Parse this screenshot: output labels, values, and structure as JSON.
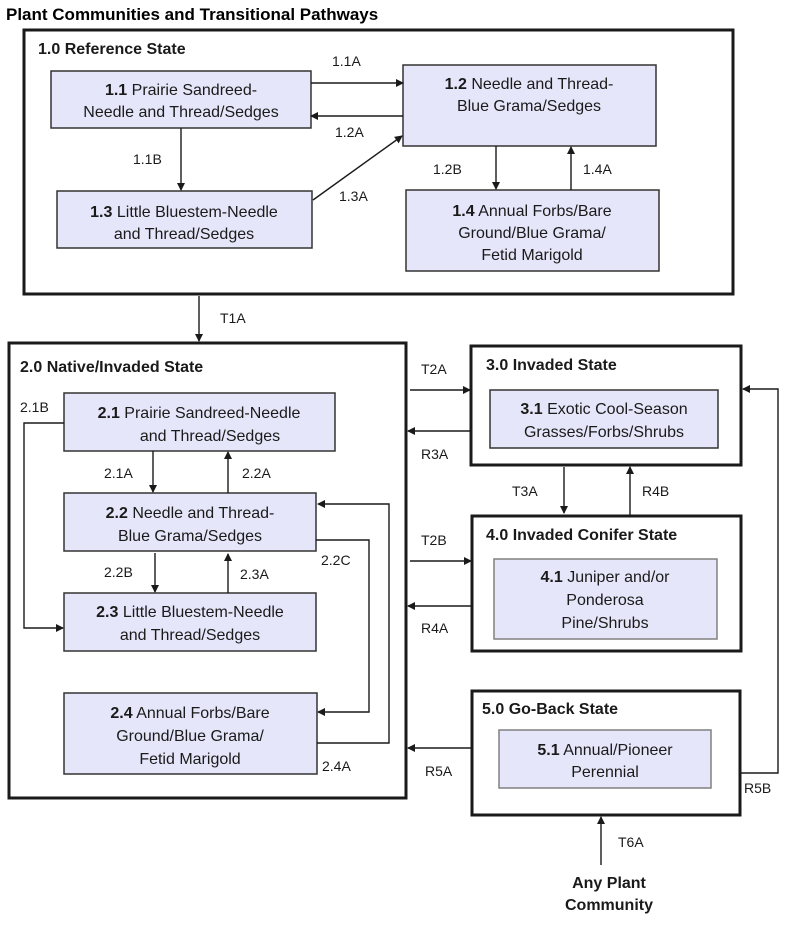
{
  "title": "Plant Communities and Transitional Pathways",
  "colors": {
    "community_fill": "#e6e6fa",
    "state_border": "#1a1a1a",
    "text": "#1a1a1a"
  },
  "states": {
    "s1": {
      "title": "1.0 Reference State",
      "c11": {
        "num": "1.1",
        "lines": [
          "Prairie Sandreed-",
          "Needle and Thread/Sedges"
        ]
      },
      "c12": {
        "num": "1.2",
        "lines": [
          "Needle and Thread-",
          "Blue Grama/Sedges"
        ]
      },
      "c13": {
        "num": "1.3",
        "lines": [
          "Little Bluestem-Needle",
          "and Thread/Sedges"
        ]
      },
      "c14": {
        "num": "1.4",
        "lines": [
          "Annual Forbs/Bare",
          "Ground/Blue Grama/",
          "Fetid Marigold"
        ]
      }
    },
    "s2": {
      "title": "2.0 Native/Invaded State",
      "c21": {
        "num": "2.1",
        "lines": [
          "Prairie Sandreed-Needle",
          "and Thread/Sedges"
        ]
      },
      "c22": {
        "num": "2.2",
        "lines": [
          "Needle and Thread-",
          "Blue Grama/Sedges"
        ]
      },
      "c23": {
        "num": "2.3",
        "lines": [
          "Little Bluestem-Needle",
          "and Thread/Sedges"
        ]
      },
      "c24": {
        "num": "2.4",
        "lines": [
          "Annual Forbs/Bare",
          "Ground/Blue Grama/",
          "Fetid Marigold"
        ]
      }
    },
    "s3": {
      "title": "3.0 Invaded State",
      "c31": {
        "num": "3.1",
        "lines": [
          "Exotic Cool-Season",
          "Grasses/Forbs/Shrubs"
        ]
      }
    },
    "s4": {
      "title": "4.0 Invaded Conifer State",
      "c41": {
        "num": "4.1",
        "lines": [
          "Juniper and/or",
          "Ponderosa",
          "Pine/Shrubs"
        ]
      }
    },
    "s5": {
      "title": "5.0 Go-Back State",
      "c51": {
        "num": "5.1",
        "lines": [
          "Annual/Pioneer",
          "Perennial"
        ]
      }
    }
  },
  "pathways": {
    "p11A": "1.1A",
    "p12A": "1.2A",
    "p11B": "1.1B",
    "p13A": "1.3A",
    "p12B": "1.2B",
    "p14A": "1.4A",
    "T1A": "T1A",
    "p21B": "2.1B",
    "p21A": "2.1A",
    "p22A": "2.2A",
    "p22B": "2.2B",
    "p23A": "2.3A",
    "p22C": "2.2C",
    "p24A": "2.4A",
    "T2A": "T2A",
    "R3A": "R3A",
    "T3A": "T3A",
    "R4B": "R4B",
    "T2B": "T2B",
    "R4A": "R4A",
    "R5A": "R5A",
    "R5B": "R5B",
    "T6A": "T6A"
  },
  "any_community": [
    "Any Plant",
    "Community"
  ]
}
